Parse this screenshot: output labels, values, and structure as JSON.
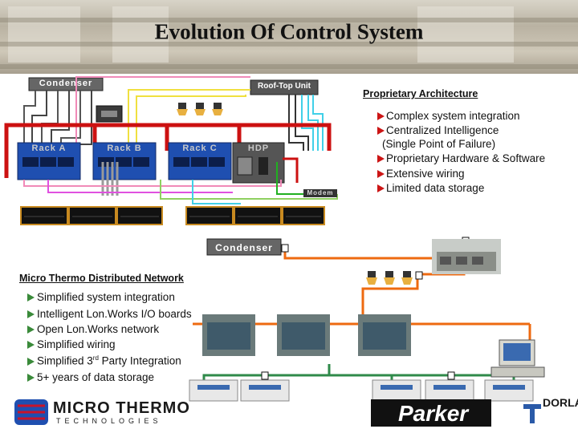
{
  "title": "Evolution Of Control System",
  "proprietary": {
    "heading": "Proprietary Architecture",
    "items": [
      "Complex system integration",
      "Centralized Intelligence",
      "(Single Point of Failure)",
      "Proprietary Hardware & Software",
      "Extensive wiring",
      "Limited data storage"
    ]
  },
  "distributed": {
    "heading": "Micro Thermo Distributed Network",
    "items": [
      "Simplified system integration",
      "Intelligent Lon.Works I/O boards",
      "Open Lon.Works network",
      "Simplified wiring",
      "Party Integration"
    ],
    "item5_prefix": "Simplified 3",
    "item5_sup": "rd",
    "item6": "5+ years of data storage"
  },
  "diagram_labels": {
    "condenser_top": "Condenser",
    "rooftop": "Roof-Top Unit",
    "rack_a": "Rack A",
    "rack_b": "Rack B",
    "rack_c": "Rack C",
    "hdp": "HDP",
    "modem": "Modem",
    "condenser_bottom": "Condenser"
  },
  "logos": {
    "micro_thermo_top": "MICRO THERMO",
    "micro_thermo_bottom": "TECHNOLOGIES",
    "parker": "Parker",
    "dorlan": "DORLAN"
  },
  "colors": {
    "red_wire": "#cc1111",
    "orange_wire": "#ee6a10",
    "green_wire": "#2f8a4a",
    "rack_blue": "#1f4fb0",
    "bullet_red": "#cc1515",
    "bullet_green": "#3a8a3a"
  }
}
